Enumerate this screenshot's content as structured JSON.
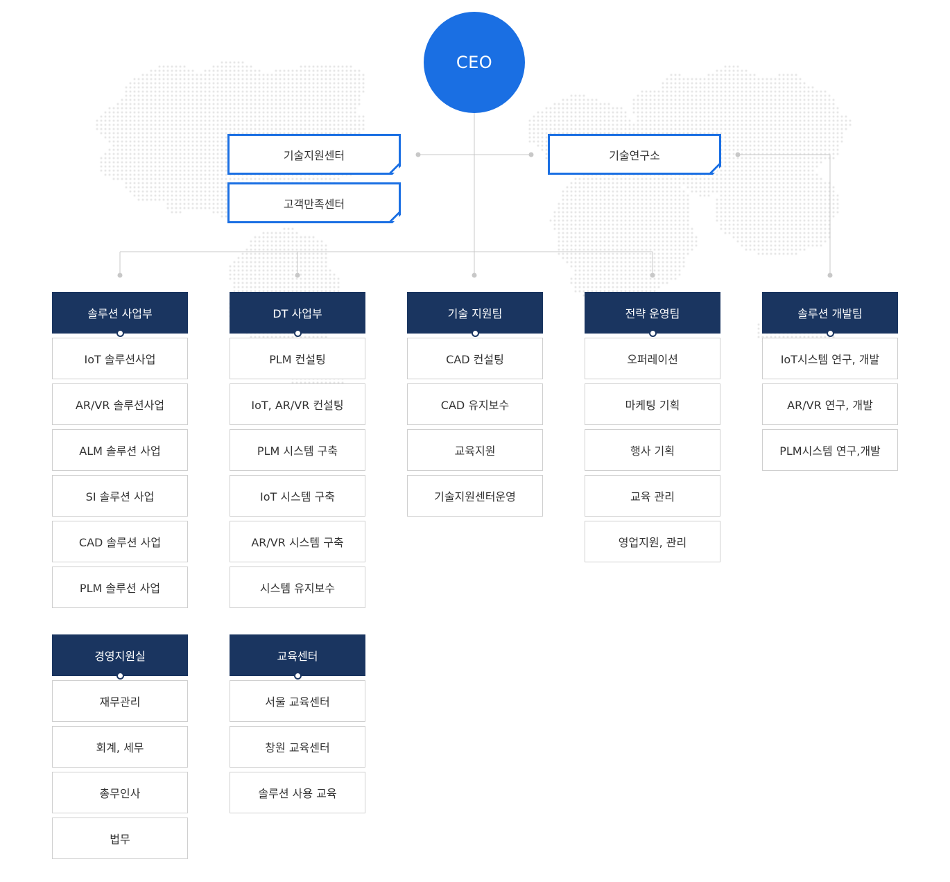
{
  "ceo": {
    "label": "CEO"
  },
  "side_boxes": {
    "tech_support_center": "기술지원센터",
    "customer_center": "고객만족센터",
    "research_lab": "기술연구소"
  },
  "departments": [
    {
      "title": "솔루션 사업부",
      "items": [
        "IoT 솔루션사업",
        "AR/VR 솔루션사업",
        "ALM 솔루션 사업",
        "SI 솔루션 사업",
        "CAD 솔루션 사업",
        "PLM 솔루션 사업"
      ]
    },
    {
      "title": "DT 사업부",
      "items": [
        "PLM 컨설팅",
        "IoT, AR/VR 컨설팅",
        "PLM 시스템 구축",
        "IoT 시스템 구축",
        "AR/VR 시스템 구축",
        "시스템 유지보수"
      ]
    },
    {
      "title": "기술 지원팀",
      "items": [
        "CAD 컨설팅",
        "CAD 유지보수",
        "교육지원",
        "기술지원센터운영"
      ]
    },
    {
      "title": "전략 운영팀",
      "items": [
        "오퍼레이션",
        "마케팅 기획",
        "행사 기획",
        "교육 관리",
        "영업지원, 관리"
      ]
    },
    {
      "title": "솔루션 개발팀",
      "items": [
        "IoT시스템 연구, 개발",
        "AR/VR 연구, 개발",
        "PLM시스템 연구,개발"
      ]
    },
    {
      "title": "경영지원실",
      "items": [
        "재무관리",
        "회계, 세무",
        "총무인사",
        "법무"
      ]
    },
    {
      "title": "교육센터",
      "items": [
        "서울 교육센터",
        "창원 교육센터",
        "솔루션 사용 교육"
      ]
    }
  ],
  "colors": {
    "ceo_blue": "#1a6fe3",
    "dept_navy": "#1a3560",
    "line_gray": "#c8c8c8",
    "map_dot": "#e2e2e2"
  }
}
